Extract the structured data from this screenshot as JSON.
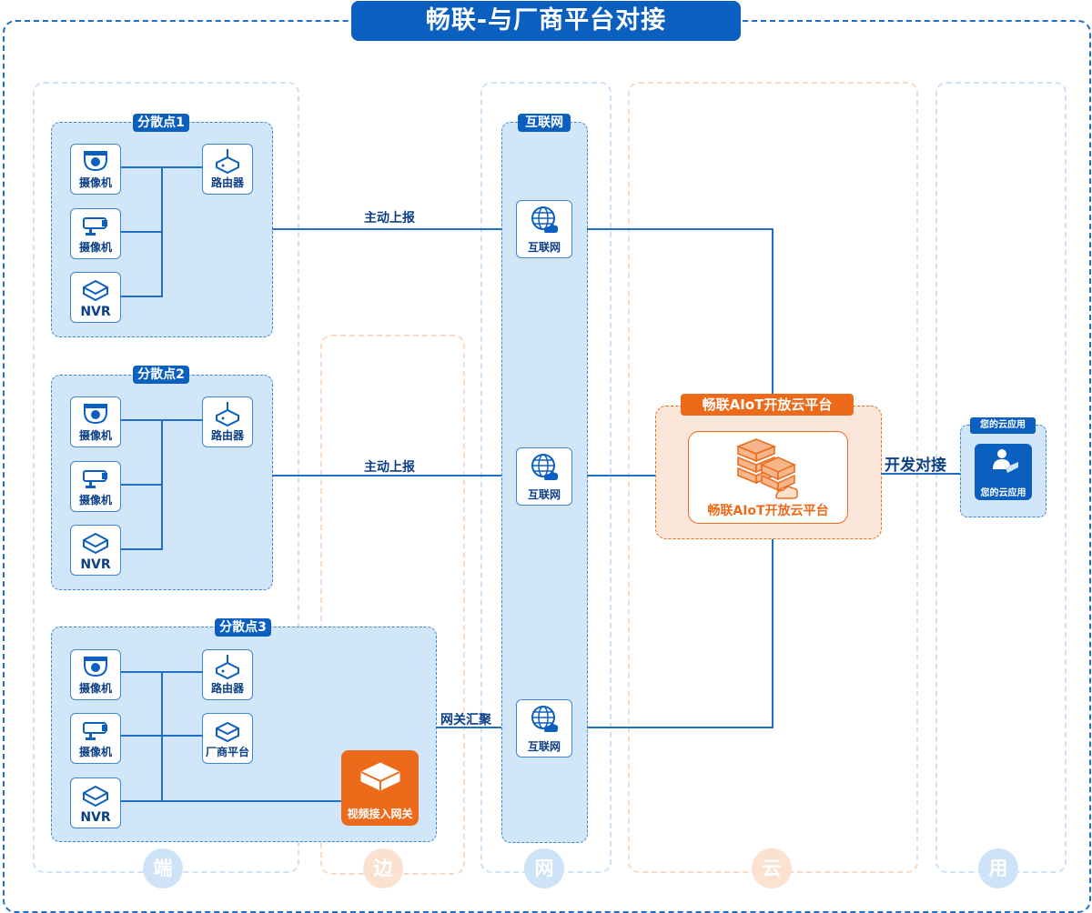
{
  "title": "畅联-与厂商平台对接",
  "zones": {
    "end": "端",
    "edge": "边",
    "net": "网",
    "cloud": "云",
    "use": "用"
  },
  "branches": [
    {
      "tag": "分散点1",
      "camera1": "摄像机",
      "camera2": "摄像机",
      "nvr": "NVR",
      "router": "路由器"
    },
    {
      "tag": "分散点2",
      "camera1": "摄像机",
      "camera2": "摄像机",
      "nvr": "NVR",
      "router": "路由器"
    },
    {
      "tag": "分散点3",
      "camera1": "摄像机",
      "camera2": "摄像机",
      "nvr": "NVR",
      "router": "路由器",
      "vendor": "厂商平台",
      "gateway": "视频接入网关"
    }
  ],
  "edges": {
    "report1": "主动上报",
    "report2": "主动上报",
    "gateway_agg": "网关汇聚",
    "dock": "开发对接"
  },
  "internet": {
    "tag": "互联网",
    "node1": "互联网",
    "node2": "互联网",
    "node3": "互联网"
  },
  "platform": {
    "tag": "畅联AIoT开放云平台",
    "label": "畅联AIoT开放云平台"
  },
  "app": {
    "tag": "您的云应用",
    "label": "您的云应用"
  },
  "colors": {
    "blue": "#0b5fbf",
    "orange": "#ec6a1a",
    "light_blue": "#d1e6f8"
  }
}
